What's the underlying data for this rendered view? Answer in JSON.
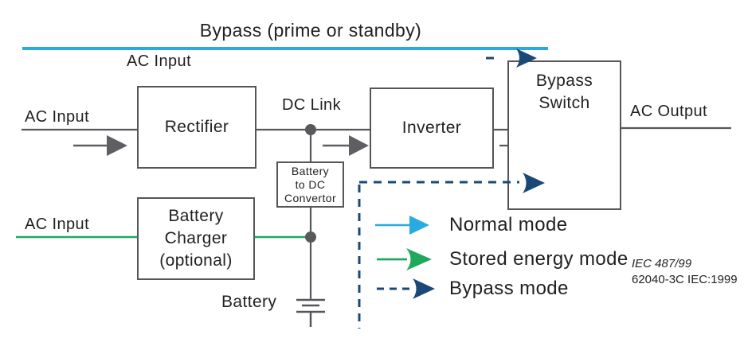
{
  "title": "Bypass (prime or standby)",
  "labels": {
    "ac_input_top": "AC Input",
    "ac_input_main": "AC Input",
    "ac_input_battery": "AC Input",
    "dc_link": "DC Link",
    "ac_output": "AC Output",
    "battery": "Battery"
  },
  "boxes": {
    "rectifier": "Rectifier",
    "inverter": "Inverter",
    "bypass_switch": {
      "line1": "Bypass",
      "line2": "Switch"
    },
    "battery_charger": {
      "line1": "Battery",
      "line2": "Charger",
      "line3": "(optional)"
    },
    "battery_to_dc_convertor": {
      "line1": "Battery",
      "line2": "to DC",
      "line3": "Convertor"
    }
  },
  "legend": {
    "items": [
      {
        "label": "Normal mode",
        "color": "#29abe2",
        "line_style": "solid"
      },
      {
        "label": "Stored energy mode",
        "color": "#20a85c",
        "line_style": "solid"
      },
      {
        "label": "Bypass mode",
        "color": "#1b4977",
        "line_style": "dashed"
      }
    ]
  },
  "footnote": {
    "line1": "IEC 487/99",
    "line2": "62040-3C IEC:1999"
  },
  "colors": {
    "normal_mode": "#29abe2",
    "stored_energy_mode": "#20a85c",
    "bypass_mode": "#1b4977",
    "wire_gray": "#55565a",
    "arrow_gray": "#5e5f63",
    "text": "#231f20"
  }
}
